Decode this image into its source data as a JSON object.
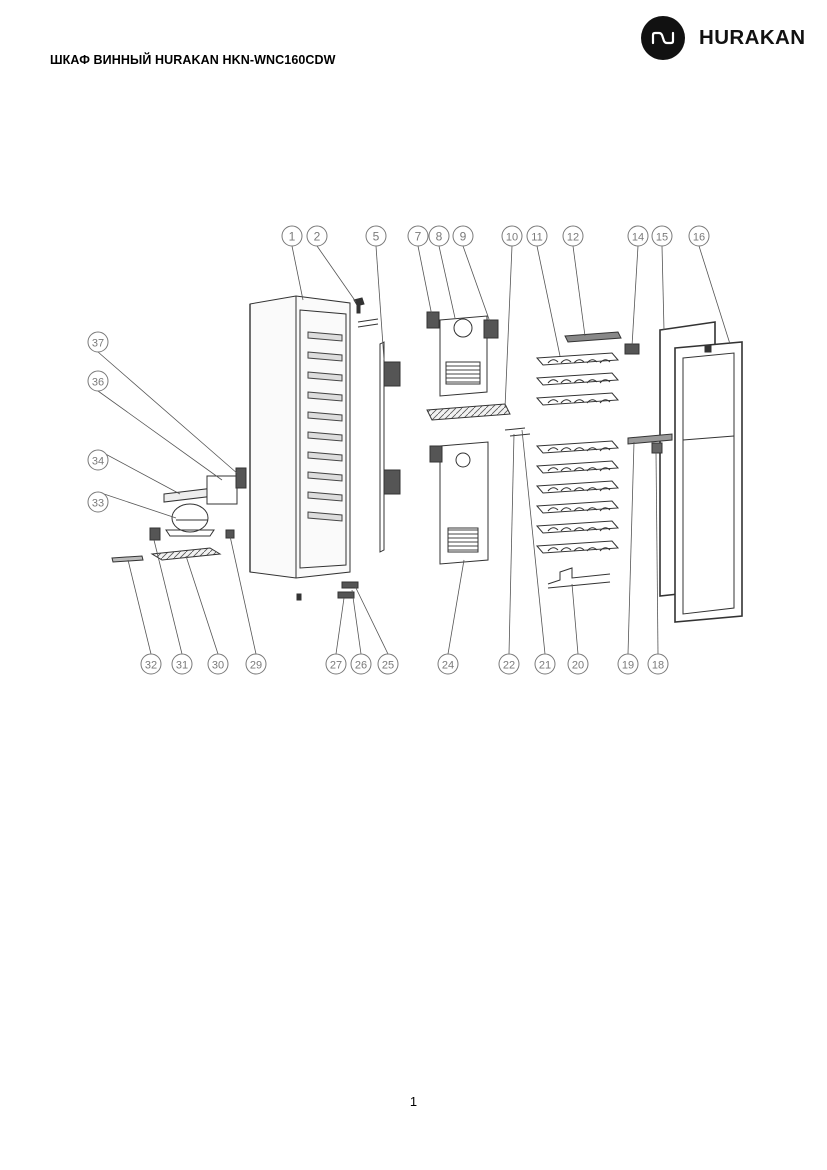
{
  "header": {
    "title": "ШКАФ ВИННЫЙ HURAKAN HKN-WNC160CDW",
    "brand_name": "HURAKAN",
    "brand_icon": "hurakan-logo-icon"
  },
  "diagram": {
    "callouts": [
      "1",
      "2",
      "5",
      "7",
      "8",
      "9",
      "10",
      "11",
      "12",
      "14",
      "15",
      "16",
      "37",
      "36",
      "34",
      "33",
      "32",
      "31",
      "30",
      "29",
      "27",
      "26",
      "25",
      "24",
      "22",
      "21",
      "20",
      "19",
      "18"
    ]
  },
  "footer": {
    "page_number": "1"
  },
  "colors": {
    "line": "#333333",
    "callout": "#7a7a7a",
    "brand": "#111111"
  }
}
